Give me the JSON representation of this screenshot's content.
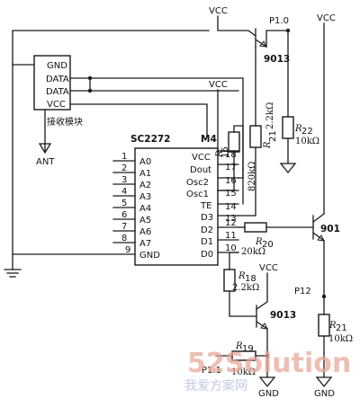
{
  "power": {
    "vcc": "VCC",
    "gnd": "GND"
  },
  "receiver": {
    "pins": [
      "GND",
      "DATA",
      "DATA",
      "VCC"
    ],
    "label": "接收模块",
    "antenna": "ANT"
  },
  "encoder": {
    "name": "SC2272",
    "ref": "M4",
    "left_pins": [
      {
        "num": "1",
        "name": "A0"
      },
      {
        "num": "2",
        "name": "A1"
      },
      {
        "num": "3",
        "name": "A2"
      },
      {
        "num": "4",
        "name": "A3"
      },
      {
        "num": "5",
        "name": "A4"
      },
      {
        "num": "6",
        "name": "A5"
      },
      {
        "num": "7",
        "name": "A6"
      },
      {
        "num": "8",
        "name": "A7"
      },
      {
        "num": "9",
        "name": "GND"
      }
    ],
    "right_pins": [
      {
        "num": "18",
        "name": "VCC"
      },
      {
        "num": "17",
        "name": "Dout"
      },
      {
        "num": "16",
        "name": "Osc2"
      },
      {
        "num": "15",
        "name": "Osc1"
      },
      {
        "num": "14",
        "name": "TE"
      },
      {
        "num": "13",
        "name": "D3"
      },
      {
        "num": "12",
        "name": "D2"
      },
      {
        "num": "11",
        "name": "D1"
      },
      {
        "num": "10",
        "name": "D0"
      }
    ]
  },
  "ports": {
    "p10": "P1.0",
    "p11": "P1.1",
    "p12": "P12"
  },
  "transistors": {
    "q_top": "9013",
    "q_mid": "9013",
    "q_right": "901"
  },
  "resistors": {
    "r_osc": {
      "name": "R",
      "sub": "16",
      "value": "820kΩ"
    },
    "r_top_base": {
      "name": "R",
      "sub": "21",
      "value": "2.2kΩ"
    },
    "r_top_col": {
      "name": "R",
      "sub": "22",
      "value": "10kΩ"
    },
    "r_d2": {
      "name": "R",
      "sub": "20",
      "value": "20kΩ"
    },
    "r_mid_base": {
      "name": "R",
      "sub": "18",
      "value": "2.2kΩ"
    },
    "r_mid_col": {
      "name": "R",
      "sub": "19",
      "value": "10kΩ"
    },
    "r_right_col": {
      "name": "R",
      "sub": "21",
      "value": "10kΩ"
    }
  },
  "watermark": {
    "line1": "52Solution",
    "line2": "我爱方案网"
  }
}
